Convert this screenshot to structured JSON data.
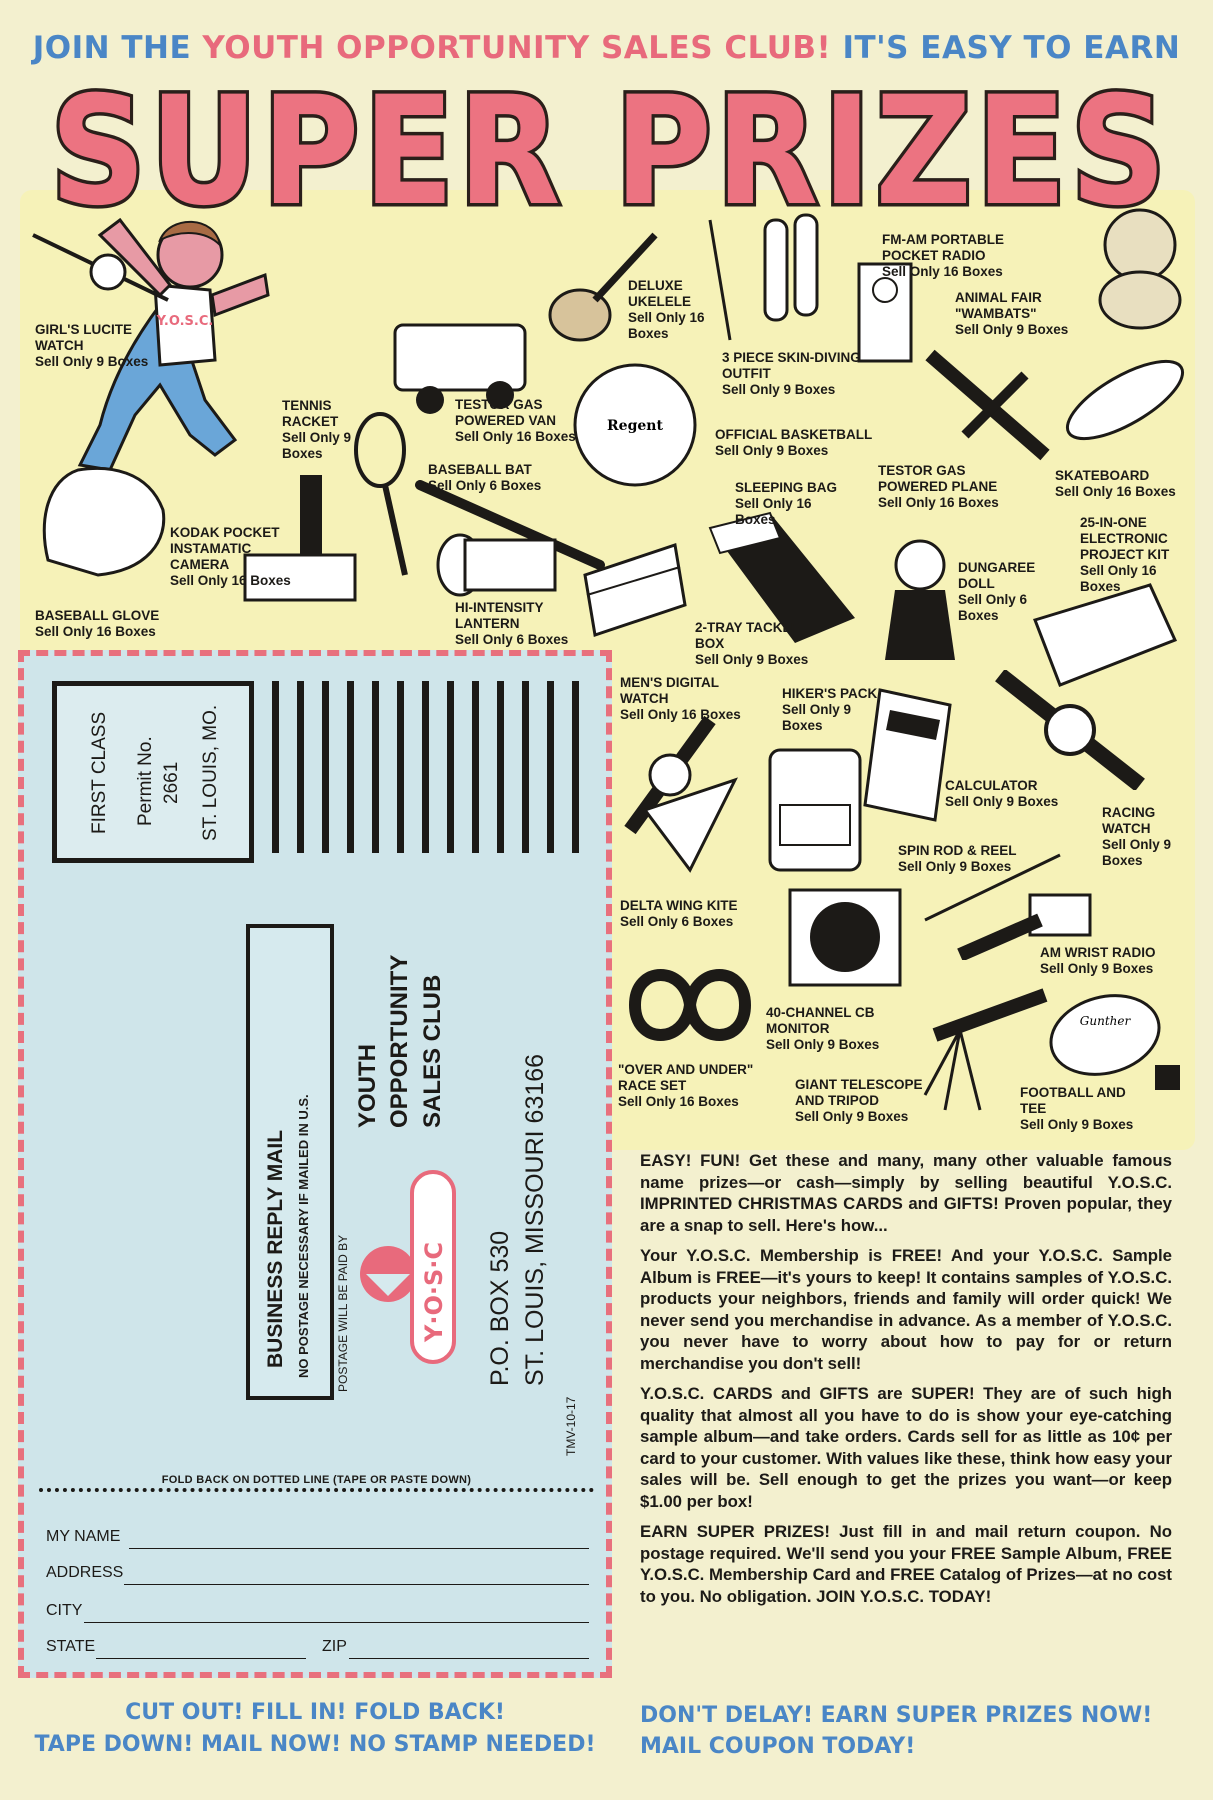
{
  "header": {
    "tag_part1": "JOIN THE ",
    "tag_part2": "YOUTH OPPORTUNITY SALES CLUB! ",
    "tag_part3": "IT'S EASY TO EARN",
    "headline": "SUPER PRIZES",
    "mascot_shirt": "Y.O.S.C."
  },
  "prizes": [
    {
      "name": "GIRL'S LUCITE WATCH",
      "price": "Sell Only 9 Boxes"
    },
    {
      "name": "DELUXE UKELELE",
      "price": "Sell Only 16 Boxes"
    },
    {
      "name": "3 PIECE SKIN-DIVING OUTFIT",
      "price": "Sell Only 9 Boxes"
    },
    {
      "name": "FM-AM PORTABLE POCKET RADIO",
      "price": "Sell Only 16 Boxes"
    },
    {
      "name": "ANIMAL FAIR \"WAMBATS\"",
      "price": "Sell Only 9 Boxes"
    },
    {
      "name": "TENNIS RACKET",
      "price": "Sell Only 9 Boxes"
    },
    {
      "name": "TESTOR GAS POWERED VAN",
      "price": "Sell Only 16 Boxes"
    },
    {
      "name": "OFFICIAL BASKETBALL",
      "price": "Sell Only 9 Boxes"
    },
    {
      "name": "TESTOR GAS POWERED PLANE",
      "price": "Sell Only 16 Boxes"
    },
    {
      "name": "SKATEBOARD",
      "price": "Sell Only 16 Boxes"
    },
    {
      "name": "BASEBALL BAT",
      "price": "Sell Only 6 Boxes"
    },
    {
      "name": "SLEEPING BAG",
      "price": "Sell Only 16 Boxes"
    },
    {
      "name": "KODAK POCKET INSTAMATIC CAMERA",
      "price": "Sell Only 16 Boxes"
    },
    {
      "name": "25-IN-ONE ELECTRONIC PROJECT KIT",
      "price": "Sell Only 16 Boxes"
    },
    {
      "name": "DUNGAREE DOLL",
      "price": "Sell Only 6 Boxes"
    },
    {
      "name": "BASEBALL GLOVE",
      "price": "Sell Only 16 Boxes"
    },
    {
      "name": "HI-INTENSITY LANTERN",
      "price": "Sell Only 6 Boxes"
    },
    {
      "name": "2-TRAY TACKLE BOX",
      "price": "Sell Only 9 Boxes"
    },
    {
      "name": "MEN'S DIGITAL WATCH",
      "price": "Sell Only 16 Boxes"
    },
    {
      "name": "HIKER'S PACK",
      "price": "Sell Only 9 Boxes"
    },
    {
      "name": "CALCULATOR",
      "price": "Sell Only 9 Boxes"
    },
    {
      "name": "RACING WATCH",
      "price": "Sell Only 9 Boxes"
    },
    {
      "name": "SPIN ROD & REEL",
      "price": "Sell Only 9 Boxes"
    },
    {
      "name": "DELTA WING KITE",
      "price": "Sell Only 6 Boxes"
    },
    {
      "name": "AM WRIST RADIO",
      "price": "Sell Only 9 Boxes"
    },
    {
      "name": "40-CHANNEL CB MONITOR",
      "price": "Sell Only 9 Boxes"
    },
    {
      "name": "\"OVER AND UNDER\" RACE SET",
      "price": "Sell Only 16 Boxes"
    },
    {
      "name": "GIANT TELESCOPE AND TRIPOD",
      "price": "Sell Only 9 Boxes"
    },
    {
      "name": "FOOTBALL AND TEE",
      "price": "Sell Only 9 Boxes"
    }
  ],
  "product_marks": {
    "basketball": "Regent",
    "football": "Gunther"
  },
  "coupon": {
    "first_class": "FIRST CLASS",
    "permit": "Permit No.",
    "permit_no": "2661",
    "permit_city": "ST. LOUIS, MO.",
    "brm_title": "BUSINESS REPLY MAIL",
    "brm_sub": "NO POSTAGE NECESSARY IF MAILED IN U.S.",
    "postage_paid": "POSTAGE WILL BE PAID BY",
    "org_line1": "YOUTH",
    "org_line2": "OPPORTUNITY",
    "org_line3": "SALES CLUB",
    "logo_text": "Y·O·S·C",
    "po_box": "P.O. BOX 530",
    "city_line": "ST. LOUIS, MISSOURI 63166",
    "code": "TMV-10-17",
    "fold_label": "FOLD BACK ON DOTTED LINE (TAPE OR PASTE DOWN)",
    "field_name": "MY NAME",
    "field_address": "ADDRESS",
    "field_city": "CITY",
    "field_state": "STATE",
    "field_zip": "ZIP"
  },
  "instructions": {
    "line1": "CUT OUT!   FILL IN!   FOLD BACK!",
    "line2": "TAPE DOWN!   MAIL NOW!   NO STAMP NEEDED!"
  },
  "copy": {
    "p1": "EASY! FUN! Get these and many, many other valuable famous name prizes—or cash—simply by selling beautiful Y.O.S.C. IMPRINTED CHRISTMAS CARDS and GIFTS! Proven popular, they are a snap to sell. Here's how...",
    "p2": "Your Y.O.S.C. Membership is FREE! And your Y.O.S.C. Sample Album is FREE—it's yours to keep! It contains samples of Y.O.S.C. products your neighbors, friends and family will order quick! We never send you merchandise in advance. As a member of Y.O.S.C. you never have to worry about how to pay for or return merchandise you don't sell!",
    "p3": "Y.O.S.C. CARDS and GIFTS are SUPER! They are of such high quality that almost all you have to do is show your eye-catching sample album—and take orders. Cards sell for as little as 10¢ per card to your customer. With values like these, think how easy your sales will be. Sell enough to get the prizes you want—or keep $1.00 per box!",
    "p4": "EARN SUPER PRIZES! Just fill in and mail return coupon. No postage required. We'll send you your FREE Sample Album, FREE Y.O.S.C. Membership Card and FREE Catalog of Prizes—at no cost to you. No obligation. JOIN Y.O.S.C. TODAY!"
  },
  "cta": {
    "line1": "DON'T DELAY! EARN SUPER PRIZES NOW!",
    "line2": "MAIL COUPON TODAY!"
  },
  "colors": {
    "pink": "#e86a7c",
    "blue": "#4a86c6",
    "coupon_bg": "#cfe5ea",
    "prize_bg": "#f6f2b8"
  }
}
